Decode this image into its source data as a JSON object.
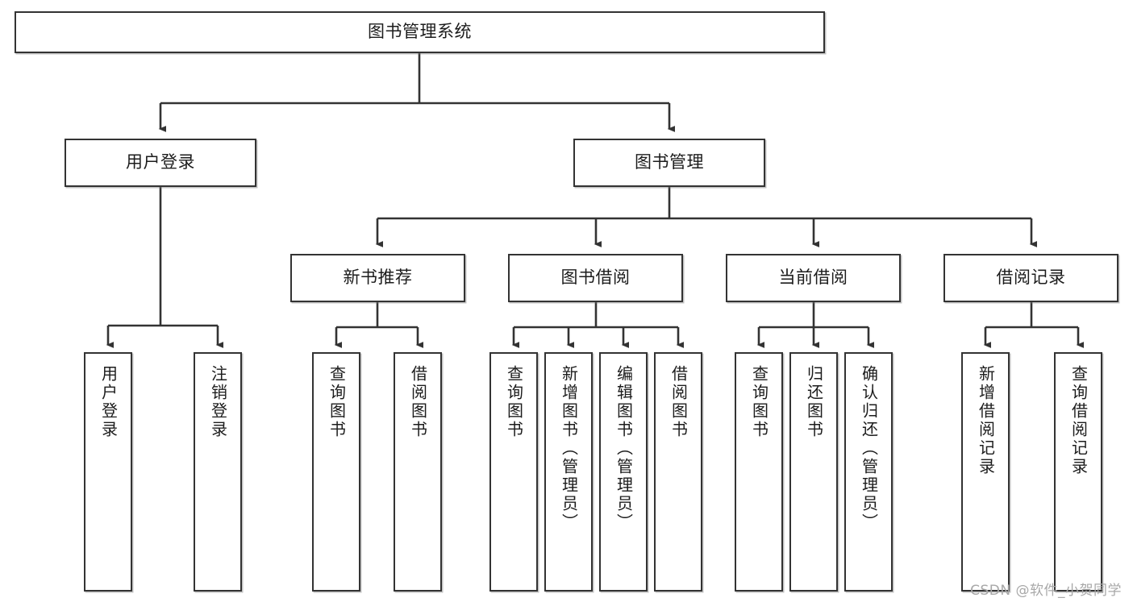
{
  "diagram": {
    "type": "tree-hierarchy",
    "title": "图书管理系统",
    "orientation": "top-down",
    "watermark": "CSDN @软件_小贺同学",
    "colors": {
      "box_border": "#333333",
      "box_fill": "#ffffff",
      "connector": "#333333",
      "text": "#1c1c1c",
      "watermark": "#a8a8a8",
      "background": "#ffffff"
    },
    "levels": [
      {
        "level": 1,
        "nodes": [
          {
            "id": "root",
            "label": "图书管理系统",
            "orientation": "horizontal"
          }
        ]
      },
      {
        "level": 2,
        "nodes": [
          {
            "id": "login",
            "label": "用户登录",
            "orientation": "horizontal",
            "parent": "root"
          },
          {
            "id": "bookmgmt",
            "label": "图书管理",
            "orientation": "horizontal",
            "parent": "root"
          }
        ]
      },
      {
        "level": 3,
        "nodes": [
          {
            "id": "newbook",
            "label": "新书推荐",
            "orientation": "horizontal",
            "parent": "bookmgmt"
          },
          {
            "id": "borrow",
            "label": "图书借阅",
            "orientation": "horizontal",
            "parent": "bookmgmt"
          },
          {
            "id": "current",
            "label": "当前借阅",
            "orientation": "horizontal",
            "parent": "bookmgmt"
          },
          {
            "id": "records",
            "label": "借阅记录",
            "orientation": "horizontal",
            "parent": "bookmgmt"
          }
        ]
      },
      {
        "level": 4,
        "nodes": [
          {
            "id": "leaf1",
            "label": "用户登录",
            "orientation": "vertical",
            "parent": "login"
          },
          {
            "id": "leaf2",
            "label": "注销登录",
            "orientation": "vertical",
            "parent": "login"
          },
          {
            "id": "leaf3",
            "label": "查询图书",
            "orientation": "vertical",
            "parent": "newbook"
          },
          {
            "id": "leaf4",
            "label": "借阅图书",
            "orientation": "vertical",
            "parent": "newbook"
          },
          {
            "id": "leaf5",
            "label": "查询图书",
            "orientation": "vertical",
            "parent": "borrow"
          },
          {
            "id": "leaf6",
            "label": "新增图书（管理员）",
            "orientation": "vertical",
            "parent": "borrow"
          },
          {
            "id": "leaf7",
            "label": "编辑图书（管理员）",
            "orientation": "vertical",
            "parent": "borrow"
          },
          {
            "id": "leaf8",
            "label": "借阅图书",
            "orientation": "vertical",
            "parent": "borrow"
          },
          {
            "id": "leaf9",
            "label": "查询图书",
            "orientation": "vertical",
            "parent": "current"
          },
          {
            "id": "leaf10",
            "label": "归还图书",
            "orientation": "vertical",
            "parent": "current"
          },
          {
            "id": "leaf11",
            "label": "确认归还（管理员）",
            "orientation": "vertical",
            "parent": "current"
          },
          {
            "id": "leaf12",
            "label": "新增借阅记录",
            "orientation": "vertical",
            "parent": "records"
          },
          {
            "id": "leaf13",
            "label": "查询借阅记录",
            "orientation": "vertical",
            "parent": "records"
          }
        ]
      }
    ]
  }
}
